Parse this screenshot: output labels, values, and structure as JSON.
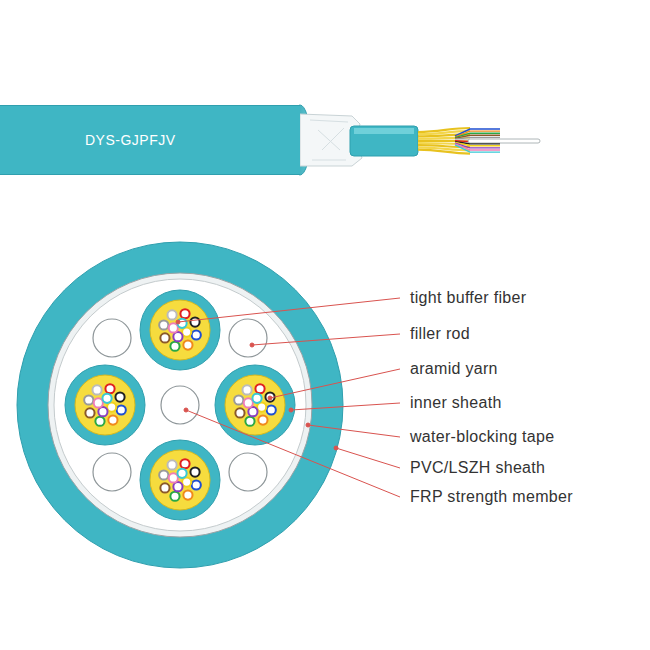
{
  "diagram": {
    "nodes": [
      {
        "text": [
          "DYS-GJPFJV"
        ]
      }
    ],
    "labels": [
      "tight buffer fiber",
      "filler rod",
      "aramid yarn",
      "inner sheath",
      "water-blocking tape",
      "PVC/LSZH sheath",
      "FRP strength member"
    ]
  }
}
